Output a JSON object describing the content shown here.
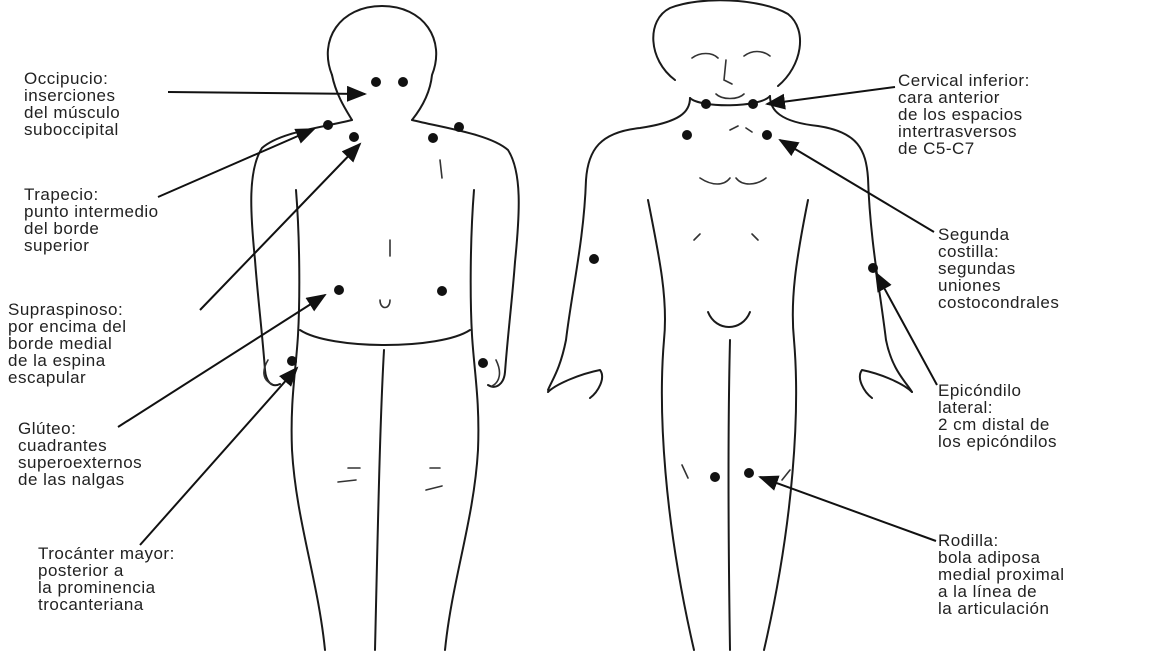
{
  "labels": {
    "occipucio": "Occipucio:\ninserciones\ndel músculo\nsuboccipital",
    "trapecio": "Trapecio:\npunto intermedio\ndel borde\nsuperior",
    "supraespinoso": "Supraspinoso:\npor encima del\nborde medial\nde la espina\nescapular",
    "gluteo": "Glúteo:\ncuadrantes\nsuperoexternos\nde las nalgas",
    "trocanter": "Trocánter mayor:\nposterior a\nla prominencia\ntrocanteriana",
    "cervical": "Cervical inferior:\ncara anterior\nde los espacios\nintertrasversos\nde C5-C7",
    "costilla": "Segunda\ncostilla:\nsegundas\nuniones\ncostocondrales",
    "epicondilo": "Epicóndilo\nlateral:\n2 cm distal de\nlos epicóndilos",
    "rodilla": "Rodilla:\nbola adiposa\nmedial proximal\na la línea de\nla articulación"
  },
  "colors": {
    "ink": "#111111",
    "text": "#222222",
    "background": "#ffffff"
  }
}
